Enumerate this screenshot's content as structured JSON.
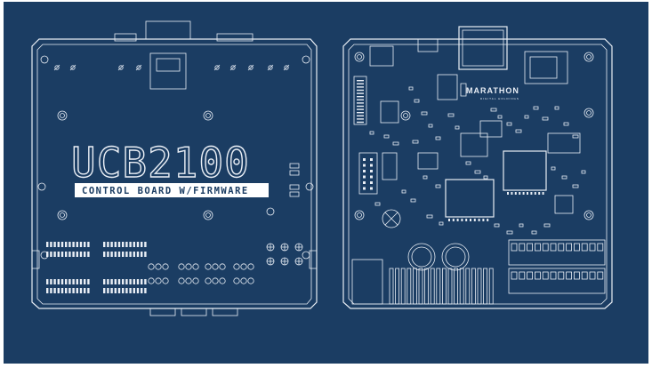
{
  "product": {
    "title": "UCB2100",
    "subtitle": "CONTROL BOARD W/FIRMWARE"
  },
  "board_brand": {
    "name": "MARATHON",
    "tagline": "DIGITAL HOLDINGS"
  },
  "colors": {
    "background": "#1b3d63",
    "line": "#e9eef5"
  }
}
